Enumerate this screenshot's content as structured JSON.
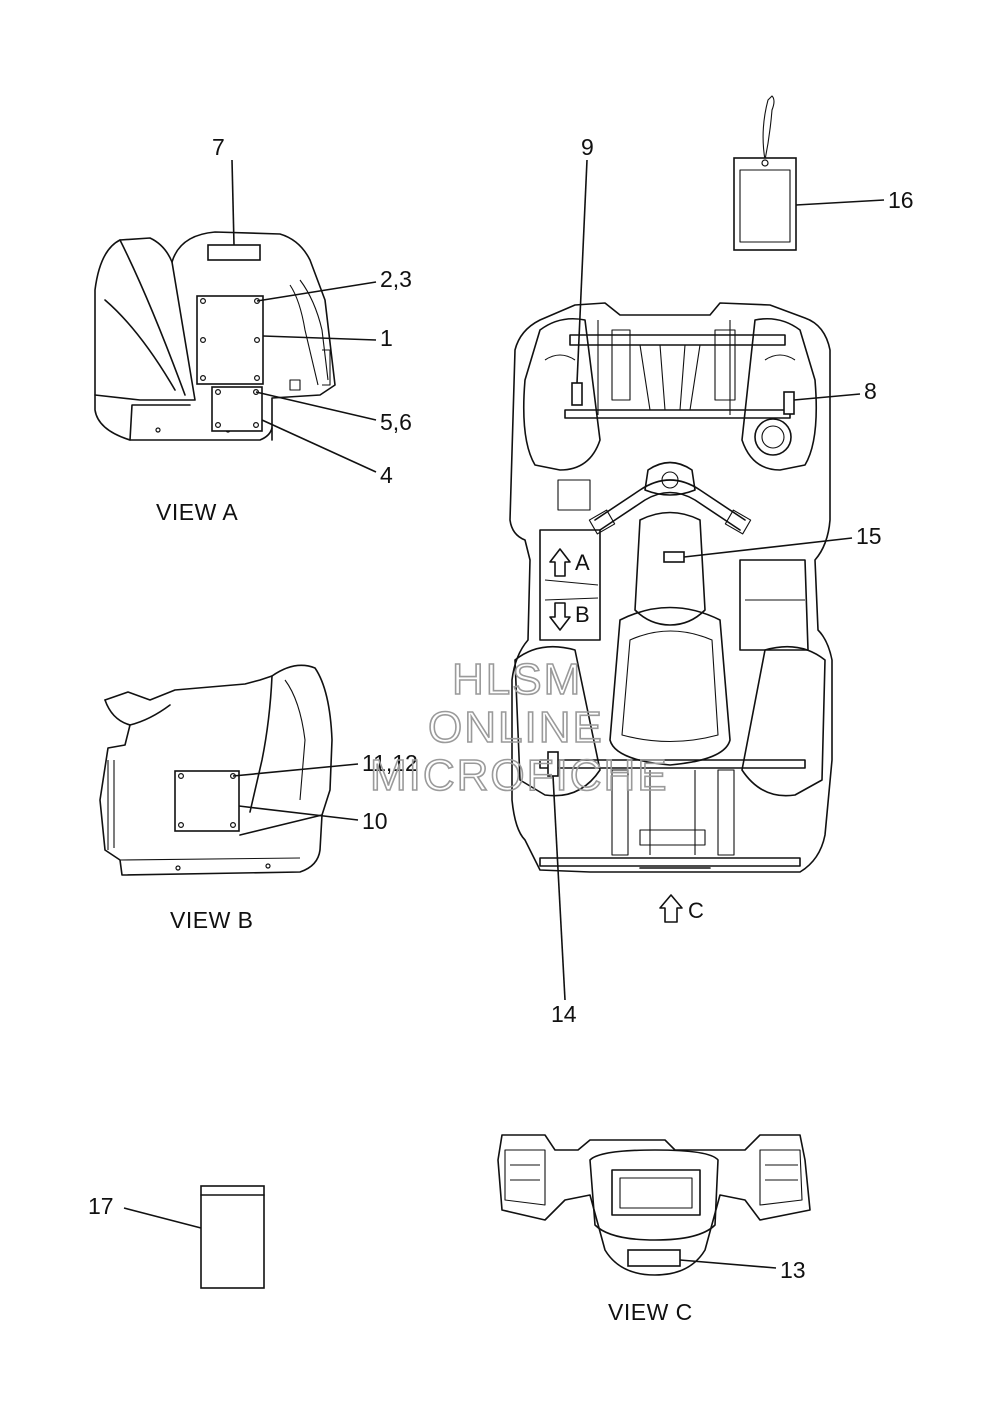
{
  "views": {
    "a": "VIEW A",
    "b": "VIEW B",
    "c": "VIEW C"
  },
  "arrows": {
    "a": "A",
    "b": "B",
    "c": "C"
  },
  "callouts": {
    "c7": "7",
    "c23": "2,3",
    "c1": "1",
    "c56": "5,6",
    "c4": "4",
    "c1112": "11,12",
    "c10": "10",
    "c9": "9",
    "c16": "16",
    "c8": "8",
    "c15": "15",
    "c14": "14",
    "c17": "17",
    "c13": "13"
  },
  "watermark": {
    "line1": "HLSM",
    "line2": "ONLINE",
    "line3": "MICROFICHE"
  },
  "colors": {
    "line": "#111111",
    "watermark": "#9a9a9a",
    "background": "#ffffff"
  }
}
